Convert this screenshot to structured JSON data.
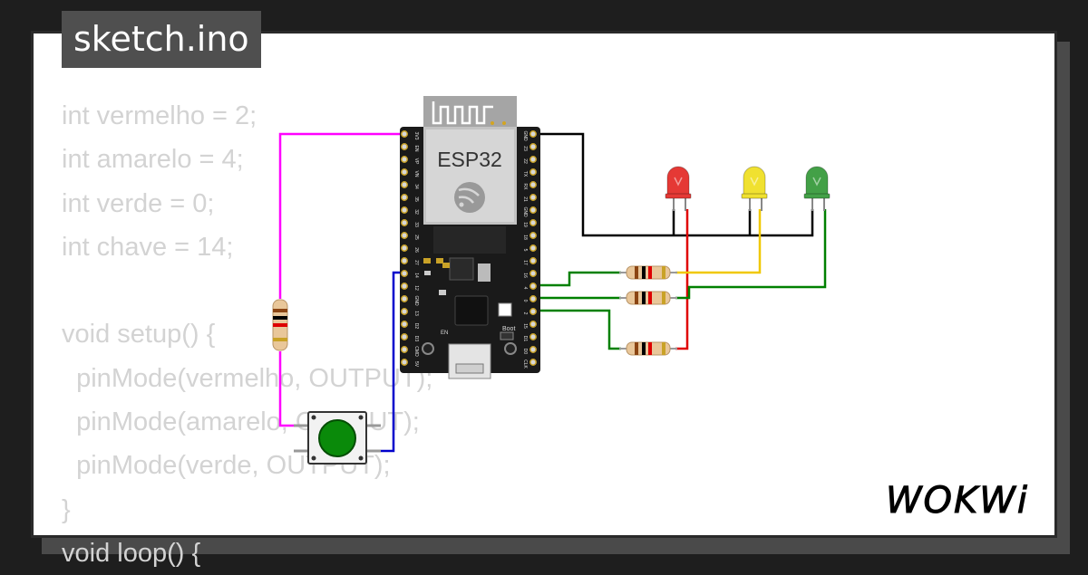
{
  "header": {
    "title": "sketch.ino"
  },
  "code_lines": [
    "int vermelho = 2;",
    "int amarelo = 4;",
    "int verde = 0;",
    "int chave = 14;",
    "",
    "void setup() {",
    "  pinMode(vermelho, OUTPUT);",
    "  pinMode(amarelo, OUTPUT);",
    "  pinMode(verde, OUTPUT);",
    "}",
    "void loop() {"
  ],
  "board": {
    "label": "ESP32",
    "boot_label": "Boot",
    "en_label": "EN",
    "left_pins": [
      "3V3",
      "EN",
      "VP",
      "VN",
      "34",
      "35",
      "32",
      "33",
      "25",
      "26",
      "27",
      "14",
      "12",
      "GND",
      "13",
      "D2",
      "D3",
      "CMD",
      "5V"
    ],
    "right_pins": [
      "GND",
      "23",
      "22",
      "TX",
      "RX",
      "21",
      "GND",
      "19",
      "18",
      "5",
      "17",
      "16",
      "4",
      "0",
      "2",
      "15",
      "D1",
      "D0",
      "CLK"
    ]
  },
  "leds": [
    {
      "name": "red",
      "color": "#e53935"
    },
    {
      "name": "yellow",
      "color": "#f0e130"
    },
    {
      "name": "green",
      "color": "#43a047"
    }
  ],
  "wires": {
    "pull_resistor": "#ff00ff",
    "button": "#0000cc",
    "ground": "#000000",
    "signal": "#008000",
    "red_led": "#e00000",
    "yellow_led": "#f0c800"
  },
  "brand": {
    "name": "WOKWi"
  }
}
